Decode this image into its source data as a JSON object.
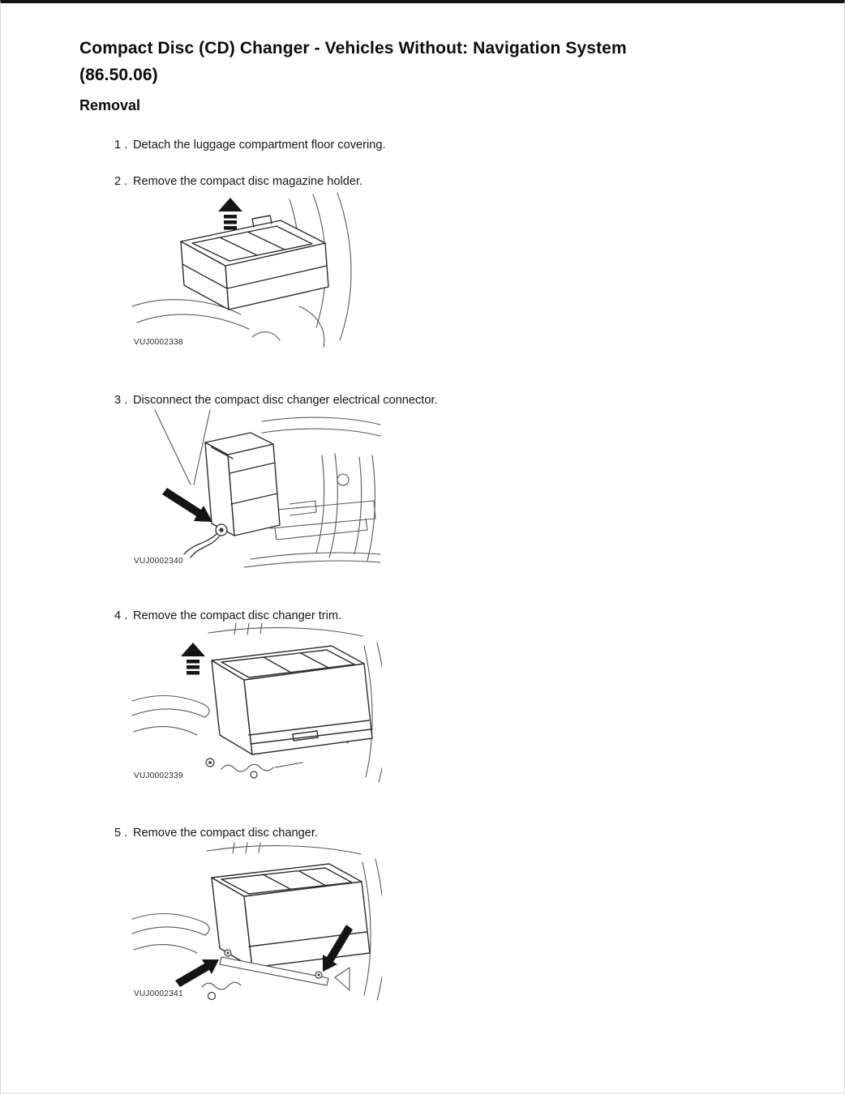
{
  "page": {
    "title_line1": "Compact Disc (CD) Changer - Vehicles Without: Navigation System",
    "title_line2": "(86.50.06)",
    "section_heading": "Removal"
  },
  "steps": [
    {
      "number": "1 .",
      "text": "Detach the luggage compartment floor covering."
    },
    {
      "number": "2 .",
      "text": "Remove the compact disc magazine holder."
    },
    {
      "number": "3 .",
      "text": "Disconnect the compact disc changer electrical connector."
    },
    {
      "number": "4 .",
      "text": "Remove the compact disc changer trim."
    },
    {
      "number": "5 .",
      "text": "Remove the compact disc changer."
    }
  ],
  "figures": [
    {
      "label": "VUJ0002338"
    },
    {
      "label": "VUJ0002340"
    },
    {
      "label": "VUJ0002339"
    },
    {
      "label": "VUJ0002341"
    }
  ]
}
